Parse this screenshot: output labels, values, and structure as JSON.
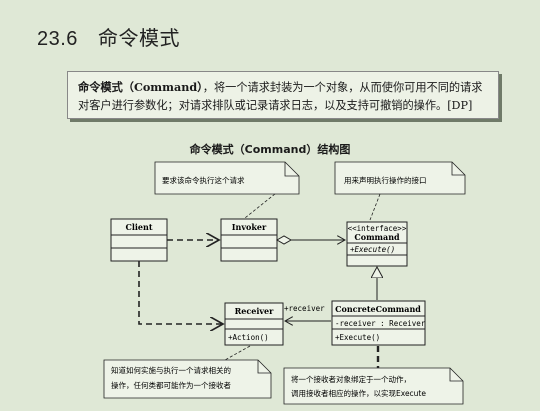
{
  "section": {
    "number": "23.6",
    "title": "命令模式"
  },
  "definition": {
    "term": "命令模式（Command）",
    "text": "，将一个请求封装为一个对象，从而使你可用不同的请求对客户进行参数化；对请求排队或记录请求日志，以及支持可撤销的操作。[DP]"
  },
  "diagram": {
    "title": "命令模式（Command）结构图",
    "notes": {
      "invoker": "要求该命令执行这个请求",
      "command": "用来声明执行操作的接口",
      "receiver_line1": "知道如何实施与执行一个请求相关的",
      "receiver_line2": "操作，任何类都可能作为一个接收者",
      "concrete_line1": "将一个接收者对象绑定于一个动作，",
      "concrete_line2": "调用接收者相应的操作，以实现Execute"
    },
    "classes": {
      "client": {
        "name": "Client"
      },
      "invoker": {
        "name": "Invoker"
      },
      "command": {
        "stereotype": "<<interface>>",
        "name": "Command",
        "method": "+Execute()"
      },
      "receiver": {
        "name": "Receiver",
        "method": "+Action()"
      },
      "concrete": {
        "name": "ConcreteCommand",
        "field": "-receiver : Receiver",
        "method": "+Execute()"
      }
    },
    "association_label": "+receiver"
  }
}
